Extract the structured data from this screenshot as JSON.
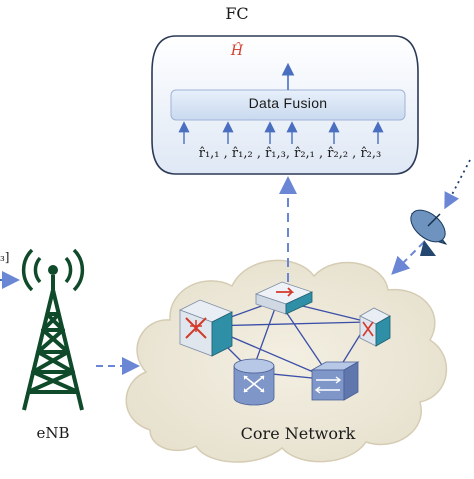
{
  "fusion_center": {
    "title": "FC",
    "block_label": "Data Fusion",
    "output_label": "Ĥ",
    "inputs_label": "r̂₁,₁ , r̂₁,₂ , r̂₁,₃, r̂₂,₁ , r̂₂,₂ , r̂₂,₃"
  },
  "enb": {
    "label": "eNB"
  },
  "core_network": {
    "label": "Core Network"
  },
  "edge_fragment": {
    "label": "₃]"
  },
  "colors": {
    "box_fill": "#dde8f6",
    "arrow_blue": "#4a6fc0",
    "dashed_blue": "#6a86d4",
    "cloud_fill": "#ece7d7",
    "tower_green": "#0f4a2a",
    "output_red": "#d23a2a"
  },
  "icons": [
    "cell-tower-icon",
    "satellite-dish-icon",
    "router-icon",
    "switch-icon"
  ]
}
